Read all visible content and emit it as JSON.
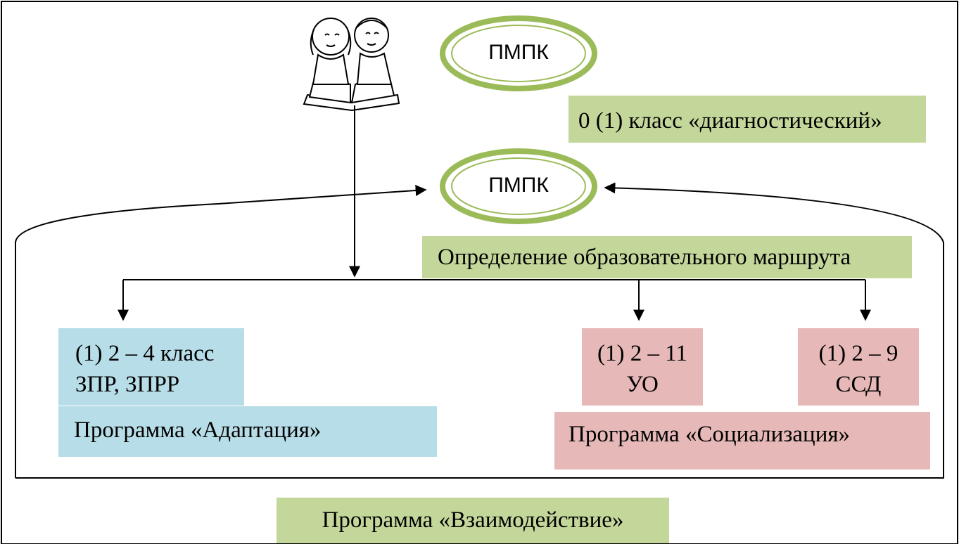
{
  "nodes": {
    "pmpk_top": "ПМПК",
    "diagnostic_class": "0 (1) класс «диагностический»",
    "pmpk_middle": "ПМПК",
    "route": "Определение образовательного маршрута",
    "class_zpr_line1": "(1) 2 – 4 класс",
    "class_zpr_line2": "ЗПР, ЗПРР",
    "program_adaptation": "Программа «Адаптация»",
    "class_uo_line1": "(1) 2 – 11",
    "class_uo_line2": "УО",
    "class_ssd_line1": "(1) 2 – 9",
    "class_ssd_line2": "ССД",
    "program_socialization": "Программа «Социализация»",
    "program_interaction": "Программа «Взаимодействие»"
  },
  "colors": {
    "green": "#c4d79b",
    "blue": "#b7dde8",
    "pink": "#e6b9b8",
    "oval_ring": "#9bbb59"
  },
  "icons": [
    "children-reading-illustration"
  ]
}
